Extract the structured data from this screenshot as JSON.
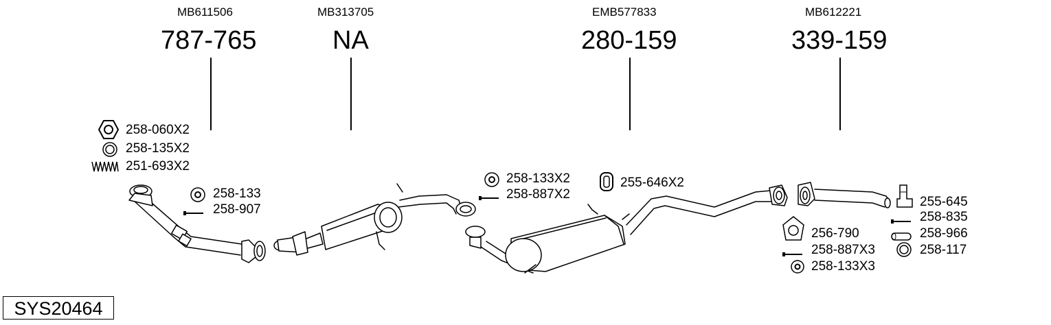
{
  "groups": [
    {
      "ref": "MB611506",
      "part": "787-765"
    },
    {
      "ref": "MB313705",
      "part": "NA"
    },
    {
      "ref": "EMB577833",
      "part": "280-159"
    },
    {
      "ref": "MB612221",
      "part": "339-159"
    }
  ],
  "labels": {
    "l1": "258-060X2",
    "l2": "258-135X2",
    "l3": "251-693X2",
    "l4": "258-133",
    "l5": "258-907",
    "l6": "258-133X2",
    "l7": "258-887X2",
    "l8": "255-646X2",
    "l9": "255-645",
    "l10": "258-835",
    "l11": "256-790",
    "l12": "258-966",
    "l13": "258-887X3",
    "l14": "258-117",
    "l15": "258-133X3"
  },
  "system_id": "SYS20464"
}
